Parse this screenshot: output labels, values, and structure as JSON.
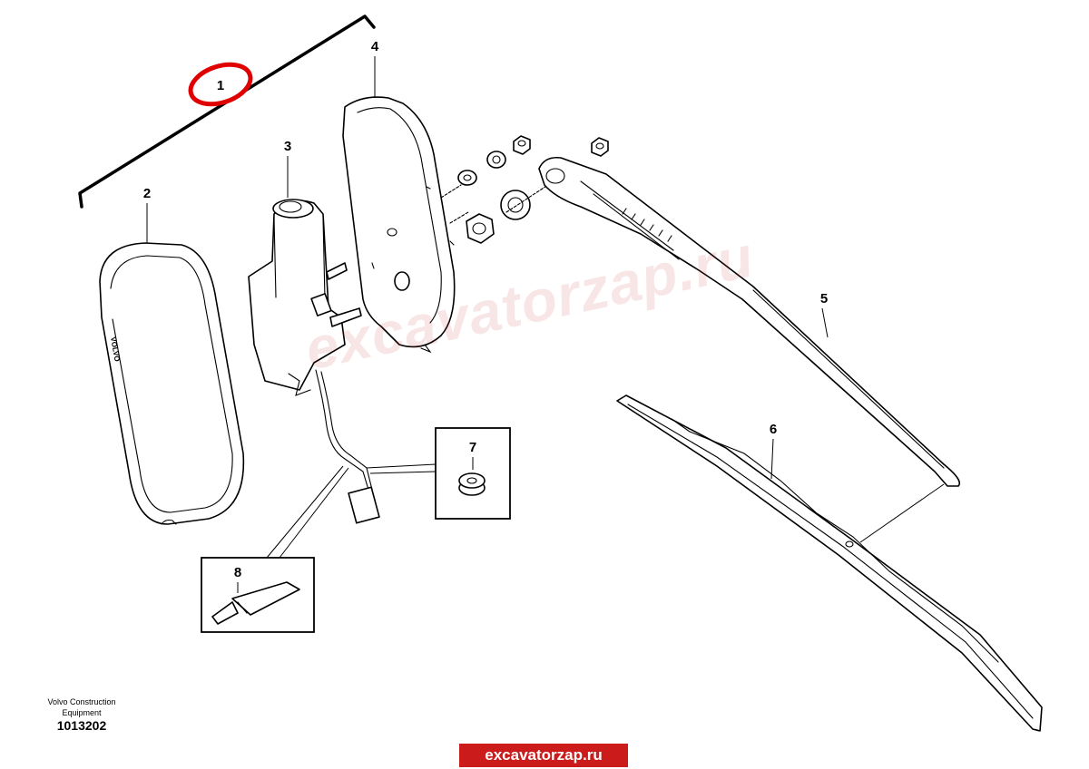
{
  "diagram": {
    "callouts": {
      "p1": "1",
      "p2": "2",
      "p3": "3",
      "p4": "4",
      "p5": "5",
      "p6": "6",
      "p7": "7",
      "p8": "8"
    },
    "housing_logo": "VOLVO",
    "highlight_color": "#e00000"
  },
  "watermark": "excavatorzap.ru",
  "footer": {
    "manufacturer": "Volvo Construction Equipment",
    "document_number": "1013202",
    "site_banner": "excavatorzap.ru",
    "banner_color": "#cc1b1b"
  }
}
